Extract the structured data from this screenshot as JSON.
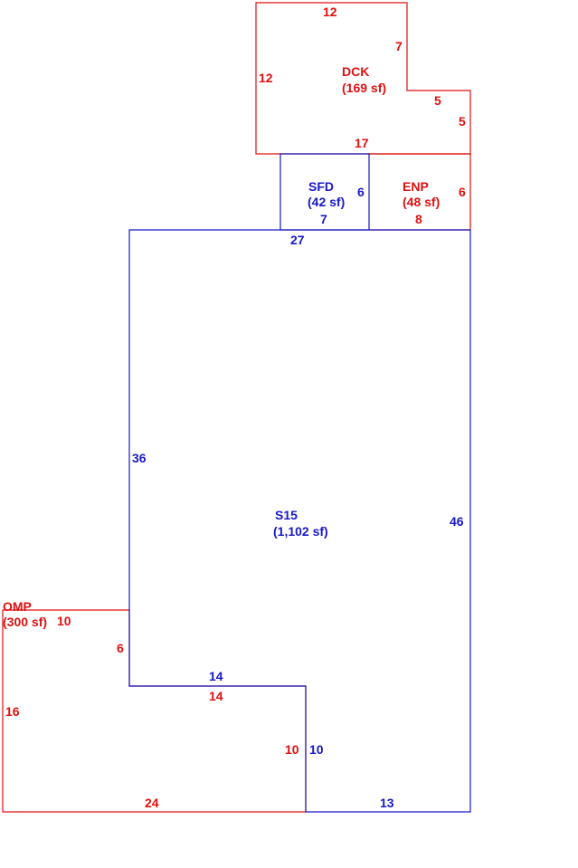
{
  "colors": {
    "red": "#e01010",
    "blue": "#1818c8",
    "background": "#ffffff"
  },
  "areas": {
    "dck": {
      "code": "DCK",
      "area": "(169 sf)"
    },
    "sfd": {
      "code": "SFD",
      "area": "(42 sf)"
    },
    "enp": {
      "code": "ENP",
      "area": "(48 sf)"
    },
    "s15": {
      "code": "S15",
      "area": "(1,102 sf)"
    },
    "omp": {
      "code": "OMP",
      "area": "(300 sf)"
    }
  },
  "dimensions": {
    "dck_top": "12",
    "dck_left": "12",
    "dck_step_right": "7",
    "dck_step_top": "5",
    "dck_right": "5",
    "dck_bottom": "17",
    "sfd_right": "6",
    "sfd_bottom": "7",
    "enp_right": "6",
    "enp_bottom": "8",
    "s15_top": "27",
    "s15_left": "36",
    "s15_right": "46",
    "s15_notch_top": "14",
    "s15_notch_side": "10",
    "s15_bottom": "13",
    "omp_top": "10",
    "omp_right": "6",
    "omp_left": "16",
    "omp_notch_top": "14",
    "omp_notch_side": "10",
    "omp_bottom": "24"
  }
}
